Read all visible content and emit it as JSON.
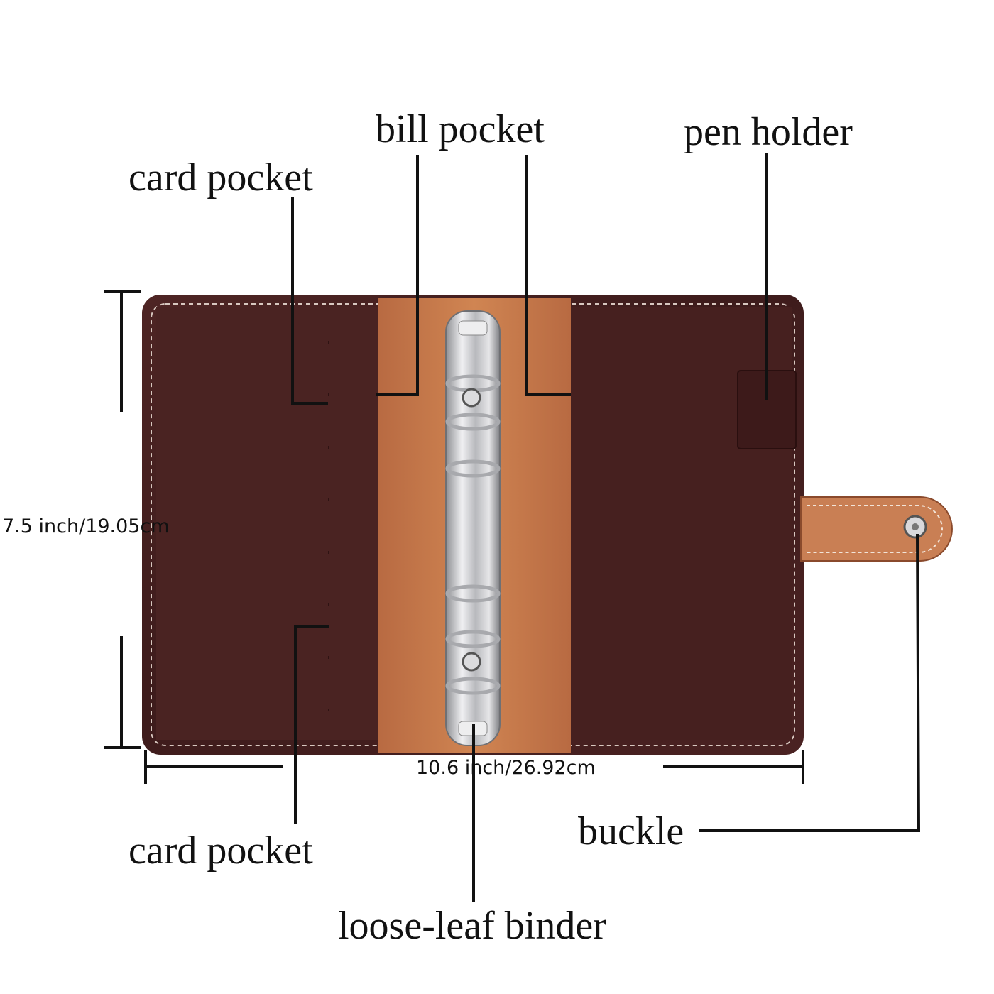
{
  "labels": {
    "card_pocket_top": "card pocket",
    "bill_pocket": "bill pocket",
    "pen_holder": "pen holder",
    "card_pocket_bottom": "card pocket",
    "buckle": "buckle",
    "loose_leaf_binder": "loose-leaf binder"
  },
  "dimensions": {
    "height": "7.5 inch/19.05cm",
    "width": "10.6 inch/26.92cm"
  },
  "colors": {
    "cover_leather": "#4a2222",
    "inner_lining": "#c77a4e",
    "binder_metal": "#c9c9cc",
    "stitching": "#d8c8c0",
    "callout_line": "#111111"
  }
}
